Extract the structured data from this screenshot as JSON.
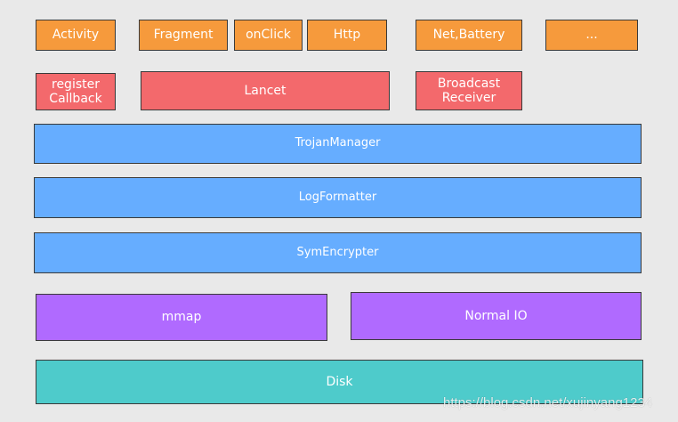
{
  "top_row": [
    "Activity",
    "Fragment",
    "onClick",
    "Http",
    "Net,Battery",
    "..."
  ],
  "hook_row": {
    "register_callback": "register\nCallback",
    "lancet": "Lancet",
    "broadcast_receiver": "Broadcast\nReceiver"
  },
  "layers": {
    "trojan_manager": "TrojanManager",
    "log_formatter": "LogFormatter",
    "sym_encrypter": "SymEncrypter"
  },
  "io_row": {
    "mmap": "mmap",
    "normal_io": "Normal IO"
  },
  "storage": {
    "disk": "Disk"
  },
  "watermark": "https://blog.csdn.net/xujinyang1234",
  "colors": {
    "background": "#e9e9e9",
    "source_box": "#f69a3c",
    "hook_box": "#f3696c",
    "core_layer": "#66adff",
    "io_box": "#b06aff",
    "disk": "#4ecbcb"
  }
}
